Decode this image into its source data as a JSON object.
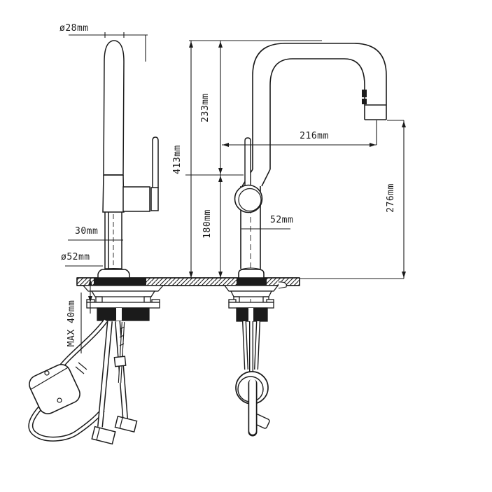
{
  "drawing": {
    "background": "#ffffff",
    "line_color": "#1b1b1b"
  },
  "dimensions": {
    "spout_tip_diameter": "ø28mm",
    "overall_height": "413mm",
    "spout_section_height": "233mm",
    "body_section_height": "180mm",
    "spout_reach": "216mm",
    "outlet_to_counter_height": "276mm",
    "body_width": "52mm",
    "handle_clearance": "30mm",
    "base_diameter": "ø52mm",
    "max_counter_thickness": "MAX 40mm"
  }
}
